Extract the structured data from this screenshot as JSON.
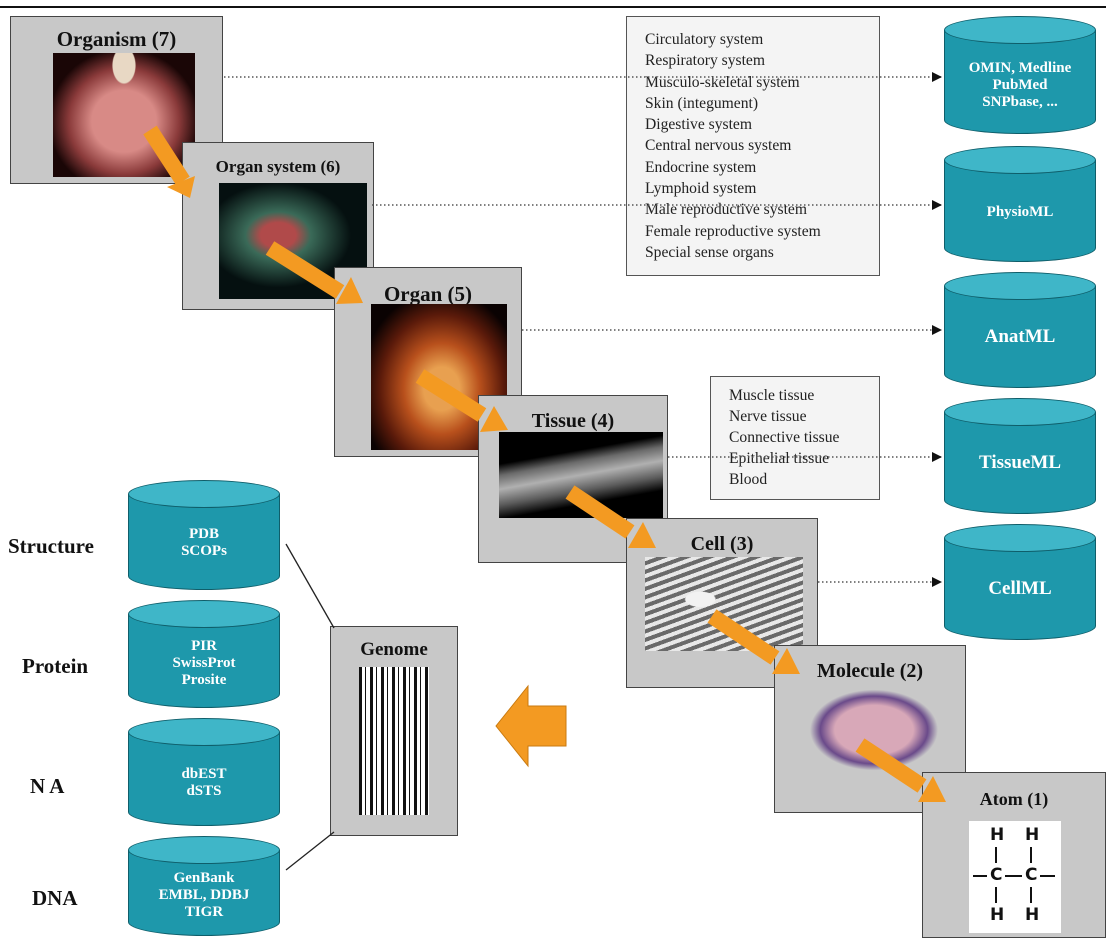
{
  "levels": {
    "organism": "Organism (7)",
    "organ_system": "Organ system (6)",
    "organ": "Organ (5)",
    "tissue": "Tissue (4)",
    "cell": "Cell (3)",
    "molecule": "Molecule (2)",
    "atom": "Atom (1)"
  },
  "genome": "Genome",
  "organ_systems_list": [
    "Circulatory system",
    "Respiratory system",
    "Musculo-skeletal system",
    "Skin (integument)",
    "Digestive system",
    "Central nervous system",
    "Endocrine system",
    "Lymphoid system",
    "Male reproductive system",
    "Female reproductive system",
    "Special sense organs"
  ],
  "tissue_list": [
    "Muscle tissue",
    "Nerve tissue",
    "Connective tissue",
    "Epithelial tissue",
    "Blood"
  ],
  "databases_right": {
    "organism": [
      "OMIN, Medline",
      "PubMed",
      "SNPbase, ..."
    ],
    "organ_system": [
      "PhysioML"
    ],
    "organ": [
      "AnatML"
    ],
    "tissue": [
      "TissueML"
    ],
    "cell": [
      "CellML"
    ]
  },
  "databases_left": {
    "structure": [
      "PDB",
      "SCOPs"
    ],
    "protein": [
      "PIR",
      "SwissProt",
      "Prosite"
    ],
    "na": [
      "dbEST",
      "dSTS"
    ],
    "dna": [
      "GenBank",
      "EMBL, DDBJ",
      "TIGR"
    ]
  },
  "left_labels": {
    "structure": "Structure",
    "protein": "Protein",
    "na": "N A",
    "dna": "DNA"
  },
  "atom_formula": {
    "h": "H",
    "c": "C"
  },
  "colors": {
    "panel": "#c8c8c8",
    "cylinder": "#1e98ab",
    "arrow": "#f39a22"
  }
}
